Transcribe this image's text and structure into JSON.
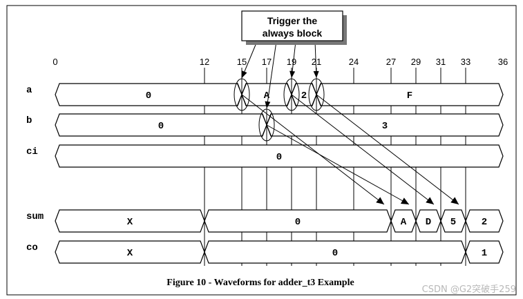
{
  "time_ticks": [
    "0",
    "12",
    "15",
    "17",
    "19",
    "21",
    "24",
    "27",
    "29",
    "31",
    "33",
    "36"
  ],
  "signals": [
    {
      "name": "a",
      "segments": [
        {
          "from": 0,
          "to": 15,
          "value": "0"
        },
        {
          "from": 15,
          "to": 19,
          "value": "A"
        },
        {
          "from": 19,
          "to": 21,
          "value": "2"
        },
        {
          "from": 21,
          "to": 36,
          "value": "F"
        }
      ]
    },
    {
      "name": "b",
      "segments": [
        {
          "from": 0,
          "to": 17,
          "value": "0"
        },
        {
          "from": 17,
          "to": 36,
          "value": "3"
        }
      ]
    },
    {
      "name": "ci",
      "segments": [
        {
          "from": 0,
          "to": 36,
          "value": "0"
        }
      ]
    },
    {
      "name": "sum",
      "segments": [
        {
          "from": 0,
          "to": 12,
          "value": "X"
        },
        {
          "from": 12,
          "to": 27,
          "value": "0"
        },
        {
          "from": 27,
          "to": 29,
          "value": "A"
        },
        {
          "from": 29,
          "to": 31,
          "value": "D"
        },
        {
          "from": 31,
          "to": 33,
          "value": "5"
        },
        {
          "from": 33,
          "to": 36,
          "value": "2"
        }
      ]
    },
    {
      "name": "co",
      "segments": [
        {
          "from": 0,
          "to": 12,
          "value": "X"
        },
        {
          "from": 12,
          "to": 33,
          "value": "0"
        },
        {
          "from": 33,
          "to": 36,
          "value": "1"
        }
      ]
    }
  ],
  "triggers": [
    {
      "signal": "a",
      "time": 15,
      "target_signal": "sum",
      "target_time": 27
    },
    {
      "signal": "b",
      "time": 17,
      "target_signal": "sum",
      "target_time": 29
    },
    {
      "signal": "a",
      "time": 19,
      "target_signal": "sum",
      "target_time": 31
    },
    {
      "signal": "a",
      "time": 21,
      "target_signal": "sum",
      "target_time": 33
    }
  ],
  "callout": {
    "line1": "Trigger the",
    "line2": "always block"
  },
  "caption": "Figure 10 - Waveforms for adder_t3 Example",
  "watermark": "CSDN @G2突破手259"
}
